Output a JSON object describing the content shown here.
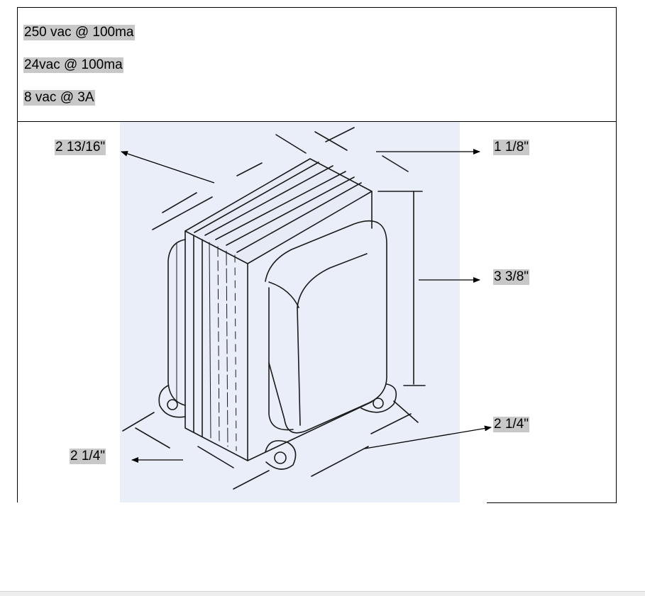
{
  "specs": [
    "250 vac @ 100ma",
    "24vac @ 100ma",
    "8 vac @ 3A"
  ],
  "dimensions": {
    "length": "2 13/16\"",
    "depth": "1 1/8\"",
    "height": "3 3/8\"",
    "base_right": "2 1/4\"",
    "base_left": "2 1/4\""
  }
}
